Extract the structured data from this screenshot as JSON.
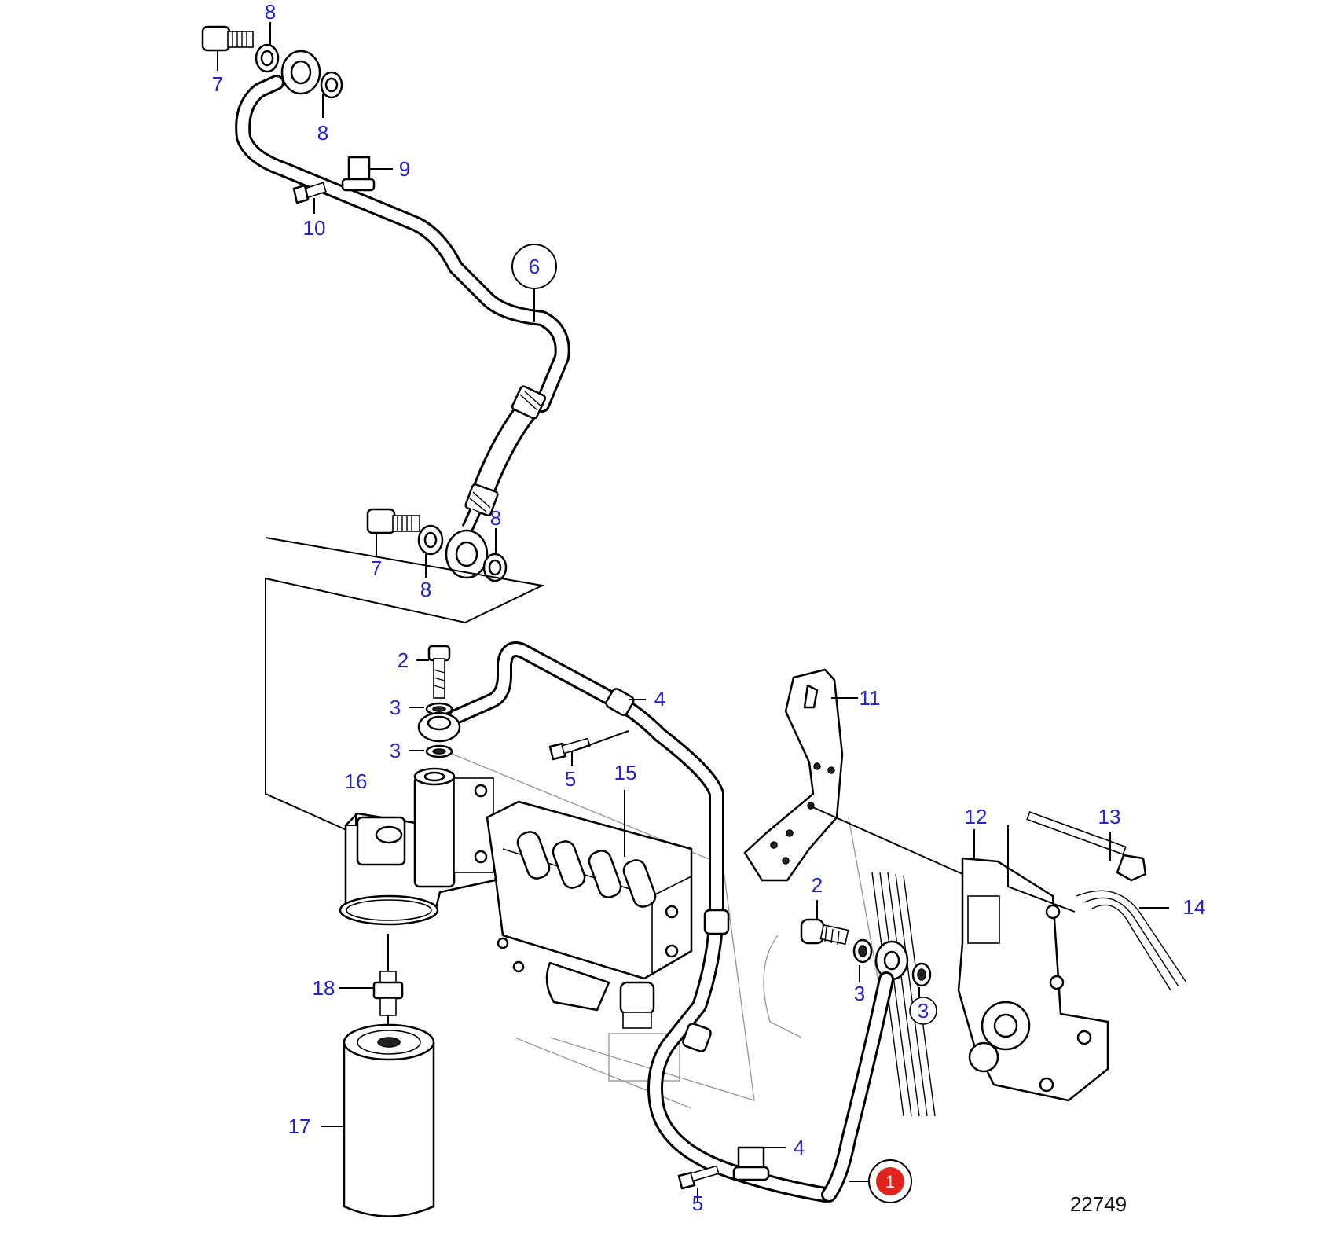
{
  "figure_number": "22749",
  "highlight_color": "#e0241b",
  "label_color": "#2323c8",
  "callouts": [
    {
      "id": "c8a",
      "text": "8"
    },
    {
      "id": "c7a",
      "text": "7"
    },
    {
      "id": "c8b",
      "text": "8"
    },
    {
      "id": "c9",
      "text": "9"
    },
    {
      "id": "c10",
      "text": "10"
    },
    {
      "id": "c6",
      "text": "6"
    },
    {
      "id": "c8c",
      "text": "8"
    },
    {
      "id": "c7b",
      "text": "7"
    },
    {
      "id": "c8d",
      "text": "8"
    },
    {
      "id": "c2a",
      "text": "2"
    },
    {
      "id": "c3a",
      "text": "3"
    },
    {
      "id": "c3b",
      "text": "3"
    },
    {
      "id": "c4a",
      "text": "4"
    },
    {
      "id": "c5a",
      "text": "5"
    },
    {
      "id": "c15",
      "text": "15"
    },
    {
      "id": "c16",
      "text": "16"
    },
    {
      "id": "c11",
      "text": "11"
    },
    {
      "id": "c12",
      "text": "12"
    },
    {
      "id": "c13",
      "text": "13"
    },
    {
      "id": "c14",
      "text": "14"
    },
    {
      "id": "c2b",
      "text": "2"
    },
    {
      "id": "c3c",
      "text": "3"
    },
    {
      "id": "c3d",
      "text": "3"
    },
    {
      "id": "c18",
      "text": "18"
    },
    {
      "id": "c17",
      "text": "17"
    },
    {
      "id": "c4b",
      "text": "4"
    },
    {
      "id": "c5b",
      "text": "5"
    },
    {
      "id": "c1",
      "text": "1"
    }
  ]
}
